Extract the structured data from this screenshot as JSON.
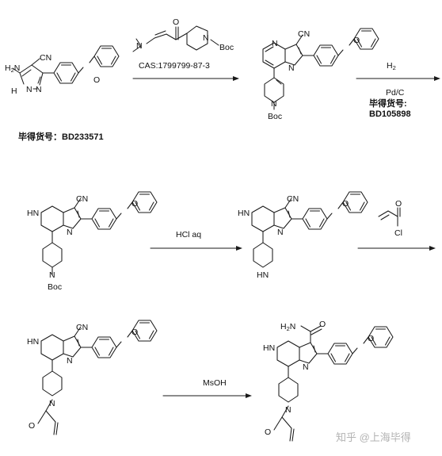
{
  "row1": {
    "sm_code_label": "毕得货号：",
    "sm_code": "BD233571",
    "cas_label": "CAS:1799799-87-3",
    "h2_label": "H",
    "h2_sub": "2",
    "catalyst_label": "Pd/C",
    "cat_code_label": "毕得货号:",
    "cat_code": "BD105898"
  },
  "row2": {
    "hcl_label": "HCl aq",
    "cl_label": "Cl"
  },
  "row3": {
    "msoh_label": "MsOH",
    "nh2_label": "H",
    "nh2_n": "N",
    "nh2_sub": "2"
  },
  "atoms": {
    "n": "N",
    "h": "H",
    "o": "O",
    "cn": "CN",
    "boc": "Boc",
    "hn": "HN",
    "nh": "H"
  },
  "watermark": "知乎 @上海毕得"
}
